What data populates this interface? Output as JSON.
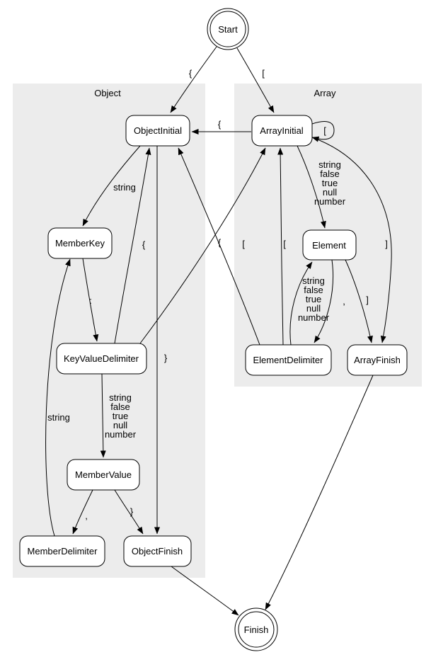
{
  "diagram": {
    "type": "state-machine",
    "colors": {
      "cluster_fill": "#ececec",
      "background": "#ffffff",
      "line": "#000000"
    },
    "clusters": [
      {
        "id": "object",
        "label": "Object"
      },
      {
        "id": "array",
        "label": "Array"
      }
    ],
    "nodes": {
      "start": "Start",
      "object_initial": "ObjectInitial",
      "array_initial": "ArrayInitial",
      "member_key": "MemberKey",
      "element": "Element",
      "key_value_delimiter": "KeyValueDelimiter",
      "element_delimiter": "ElementDelimiter",
      "array_finish": "ArrayFinish",
      "member_value": "MemberValue",
      "member_delimiter": "MemberDelimiter",
      "object_finish": "ObjectFinish",
      "finish": "Finish"
    },
    "tokens": {
      "open_brace": "{",
      "open_bracket": "[",
      "close_brace": "}",
      "close_bracket": "]",
      "string": "string",
      "colon": ":",
      "comma": ",",
      "values": [
        "string",
        "false",
        "true",
        "null",
        "number"
      ]
    },
    "transitions": [
      {
        "from": "Start",
        "to": "ObjectInitial",
        "label": "{"
      },
      {
        "from": "Start",
        "to": "ArrayInitial",
        "label": "["
      },
      {
        "from": "ArrayInitial",
        "to": "ObjectInitial",
        "label": "{"
      },
      {
        "from": "ArrayInitial",
        "to": "ArrayInitial",
        "label": "["
      },
      {
        "from": "ArrayInitial",
        "to": "Element",
        "label": [
          "string",
          "false",
          "true",
          "null",
          "number"
        ]
      },
      {
        "from": "ArrayInitial",
        "to": "ArrayFinish",
        "label": "]"
      },
      {
        "from": "ObjectInitial",
        "to": "MemberKey",
        "label": "string"
      },
      {
        "from": "ObjectInitial",
        "to": "ObjectFinish",
        "label": "}"
      },
      {
        "from": "MemberKey",
        "to": "KeyValueDelimiter",
        "label": ":"
      },
      {
        "from": "KeyValueDelimiter",
        "to": "MemberValue",
        "label": [
          "string",
          "false",
          "true",
          "null",
          "number"
        ]
      },
      {
        "from": "KeyValueDelimiter",
        "to": "ObjectInitial",
        "label": "{"
      },
      {
        "from": "KeyValueDelimiter",
        "to": "ArrayInitial",
        "label": "["
      },
      {
        "from": "Element",
        "to": "ElementDelimiter",
        "label": ","
      },
      {
        "from": "Element",
        "to": "ArrayFinish",
        "label": "]"
      },
      {
        "from": "ElementDelimiter",
        "to": "Element",
        "label": [
          "string",
          "false",
          "true",
          "null",
          "number"
        ]
      },
      {
        "from": "ElementDelimiter",
        "to": "ObjectInitial",
        "label": "{"
      },
      {
        "from": "ElementDelimiter",
        "to": "ArrayInitial",
        "label": "["
      },
      {
        "from": "MemberValue",
        "to": "MemberDelimiter",
        "label": ","
      },
      {
        "from": "MemberValue",
        "to": "ObjectFinish",
        "label": "}"
      },
      {
        "from": "MemberDelimiter",
        "to": "MemberKey",
        "label": "string"
      },
      {
        "from": "ObjectFinish",
        "to": "Finish",
        "label": ""
      },
      {
        "from": "ArrayFinish",
        "to": "Finish",
        "label": ""
      }
    ]
  }
}
